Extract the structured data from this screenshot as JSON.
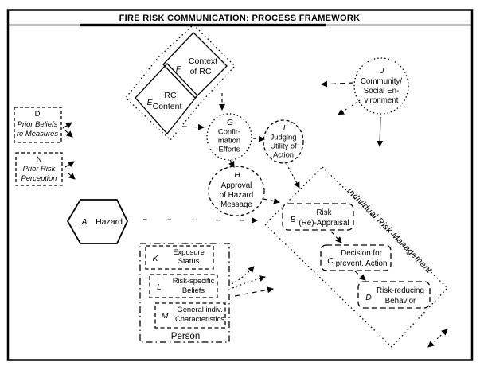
{
  "title": "FIRE RISK COMMUNICATION: PROCESS FRAMEWORK",
  "colors": {
    "ink": "#000000",
    "background": "#ffffff"
  },
  "nodes": {
    "context_of_rc": {
      "label": "F",
      "lines": [
        "Context",
        "of RC"
      ]
    },
    "rc_content": {
      "label": "E",
      "lines": [
        "RC",
        "Content"
      ]
    },
    "confirmation_efforts": {
      "label": "G",
      "lines": [
        "Confir-",
        "mation",
        "Efforts"
      ]
    },
    "judging_utility": {
      "label": "I",
      "lines": [
        "Judging",
        "Utility of",
        "Action"
      ]
    },
    "approval_hazard_message": {
      "label": "H",
      "lines": [
        "Approval",
        "of Hazard",
        "Message"
      ]
    },
    "community_social_environment": {
      "label": "J",
      "lines": [
        "Community/",
        "Social En-",
        "vironment"
      ]
    },
    "prior_beliefs": {
      "label": "D",
      "lines": [
        "Prior Beliefs",
        "re Measures"
      ]
    },
    "prior_risk": {
      "label": "N",
      "lines": [
        "Prior Risk",
        "Perception"
      ]
    },
    "hazard": {
      "label": "A",
      "lines": [
        "Hazard"
      ]
    },
    "exposure_status": {
      "label": "K",
      "lines": [
        "Exposure",
        "Status"
      ]
    },
    "risk_specific_beliefs": {
      "label": "L",
      "lines": [
        "Risk-specific",
        "Beliefs"
      ]
    },
    "general_indiv_characteristics": {
      "label": "M",
      "lines": [
        "General indiv.",
        "Characteristics"
      ]
    },
    "person": {
      "label": "Person"
    },
    "risk_reappraisal": {
      "label": "B",
      "lines": [
        "Risk",
        "(Re)-Appraisal"
      ]
    },
    "decision_prevent_action": {
      "label": "C",
      "lines": [
        "Decision for",
        "prevent. Action"
      ]
    },
    "risk_reducing_behavior": {
      "label": "D",
      "lines": [
        "Risk-reducing",
        "Behavior"
      ]
    },
    "individual_risk_management": {
      "label": "Individual Risk Management"
    }
  }
}
